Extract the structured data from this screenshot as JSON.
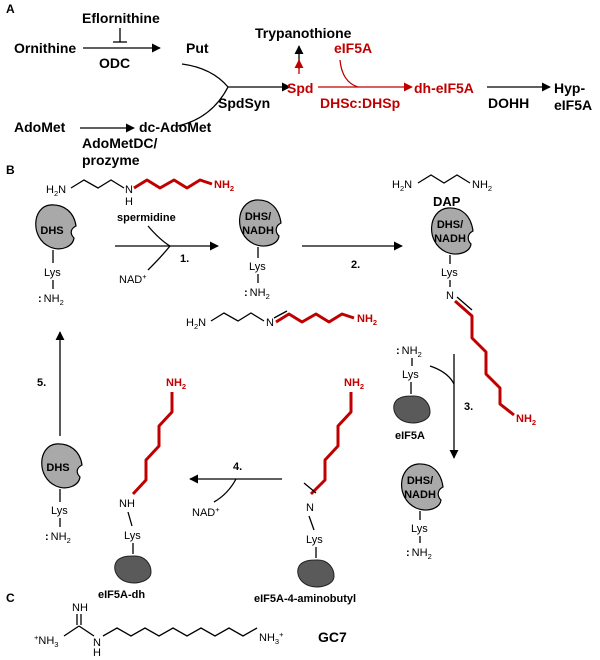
{
  "panels": {
    "a": "A",
    "b": "B",
    "c": "C"
  },
  "pathway": {
    "eflornithine": "Eflornithine",
    "ornithine": "Ornithine",
    "odc": "ODC",
    "put": "Put",
    "trypanothione": "Trypanothione",
    "eif5a": "eIF5A",
    "spd": "Spd",
    "spdsyn": "SpdSyn",
    "dhsc_dhsp": "DHSc:DHSp",
    "dh_eif5a": "dh-eIF5A",
    "dohh": "DOHH",
    "hyp_1": "Hyp-",
    "hyp_2": "eIF5A",
    "adomet": "AdoMet",
    "adometdc_1": "AdoMetDC/",
    "adometdc_2": "prozyme",
    "dc_adomet": "dc-AdoMet"
  },
  "mechanism": {
    "spermidine": "spermidine",
    "dap": "DAP",
    "dhs": "DHS",
    "dhs_nadh_1": "DHS/",
    "dhs_nadh_2": "NADH",
    "lys": "Lys",
    "nh2": "NH",
    "nh2_sub": "2",
    "nh2_colon": ":",
    "h2n": "H",
    "h2n_n": "N",
    "n": "N",
    "h": "H",
    "nh": "NH",
    "nad": "NAD",
    "nad_sup": "+",
    "step1": "1.",
    "step2": "2.",
    "step3": "3.",
    "step4": "4.",
    "step5": "5.",
    "eif5a": "eIF5A",
    "eif5a_dh": "eIF5A-dh",
    "eif5a_4ab": "eIF5A-4-aminobutyl"
  },
  "gc7": {
    "label": "GC7",
    "nh": "NH",
    "h": "H",
    "n": "N",
    "nh3": "NH",
    "sub3": "3",
    "plus": "+"
  },
  "colors": {
    "highlight": "#c00000",
    "enzyme": "#a9a9a9",
    "eif5a": "#5a5a5a"
  }
}
